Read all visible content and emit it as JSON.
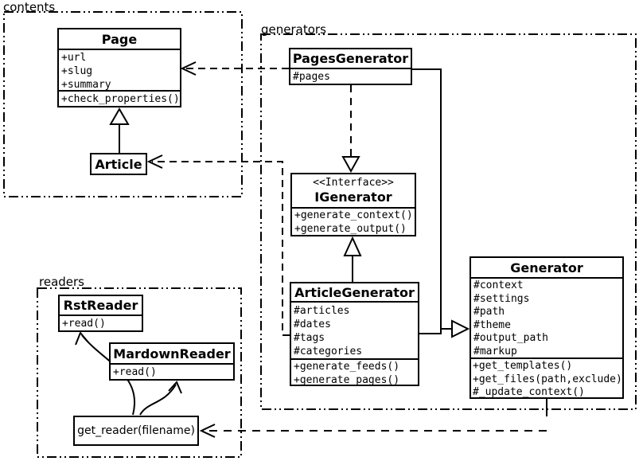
{
  "diagram_title": "Pelican-style static site generator UML class diagram",
  "colors": {
    "line": "#000000",
    "background": "#ffffff",
    "box_fill": "#ffffff",
    "text": "#000000"
  },
  "packages": {
    "contents": {
      "label": "contents"
    },
    "generators": {
      "label": "generators"
    },
    "readers": {
      "label": "readers"
    }
  },
  "classes": {
    "page": {
      "title": "Page",
      "attrs": [
        "+url",
        "+slug",
        "+summary"
      ],
      "methods": [
        "+check_properties()"
      ]
    },
    "article": {
      "title": "Article"
    },
    "pages_generator": {
      "title": "PagesGenerator",
      "attrs": [
        "#pages"
      ]
    },
    "igenerator": {
      "stereotype": "<<Interface>>",
      "title": "IGenerator",
      "methods": [
        "+generate_context()",
        "+generate_output()"
      ]
    },
    "article_generator": {
      "title": "ArticleGenerator",
      "attrs": [
        "#articles",
        "#dates",
        "#tags",
        "#categories"
      ],
      "methods": [
        "+generate_feeds()",
        "+generate_pages()"
      ]
    },
    "generator": {
      "title": "Generator",
      "attrs": [
        "#context",
        "#settings",
        "#path",
        "#theme",
        "#output_path",
        "#markup"
      ],
      "methods": [
        "+get_templates()",
        "+get_files(path,exclude)",
        "#_update_context()"
      ]
    },
    "rst_reader": {
      "title": "RstReader",
      "methods": [
        "+read()"
      ]
    },
    "markdown_reader": {
      "title": "MardownReader",
      "methods": [
        "+read()"
      ]
    },
    "get_reader": {
      "title": "get_reader(filename)"
    }
  },
  "relationships": [
    {
      "from": "Article",
      "to": "Page",
      "type": "generalization"
    },
    {
      "from": "PagesGenerator",
      "to": "Page",
      "type": "dependency"
    },
    {
      "from": "ArticleGenerator",
      "to": "Article",
      "type": "dependency"
    },
    {
      "from": "PagesGenerator",
      "to": "IGenerator",
      "type": "realization"
    },
    {
      "from": "ArticleGenerator",
      "to": "IGenerator",
      "type": "generalization"
    },
    {
      "from": "PagesGenerator",
      "to": "Generator",
      "type": "generalization"
    },
    {
      "from": "ArticleGenerator",
      "to": "Generator",
      "type": "generalization"
    },
    {
      "from": "Generator",
      "to": "get_reader(filename)",
      "type": "dependency"
    },
    {
      "from": "get_reader(filename)",
      "to": "RstReader",
      "type": "arrow"
    },
    {
      "from": "get_reader(filename)",
      "to": "MardownReader",
      "type": "arrow"
    }
  ]
}
